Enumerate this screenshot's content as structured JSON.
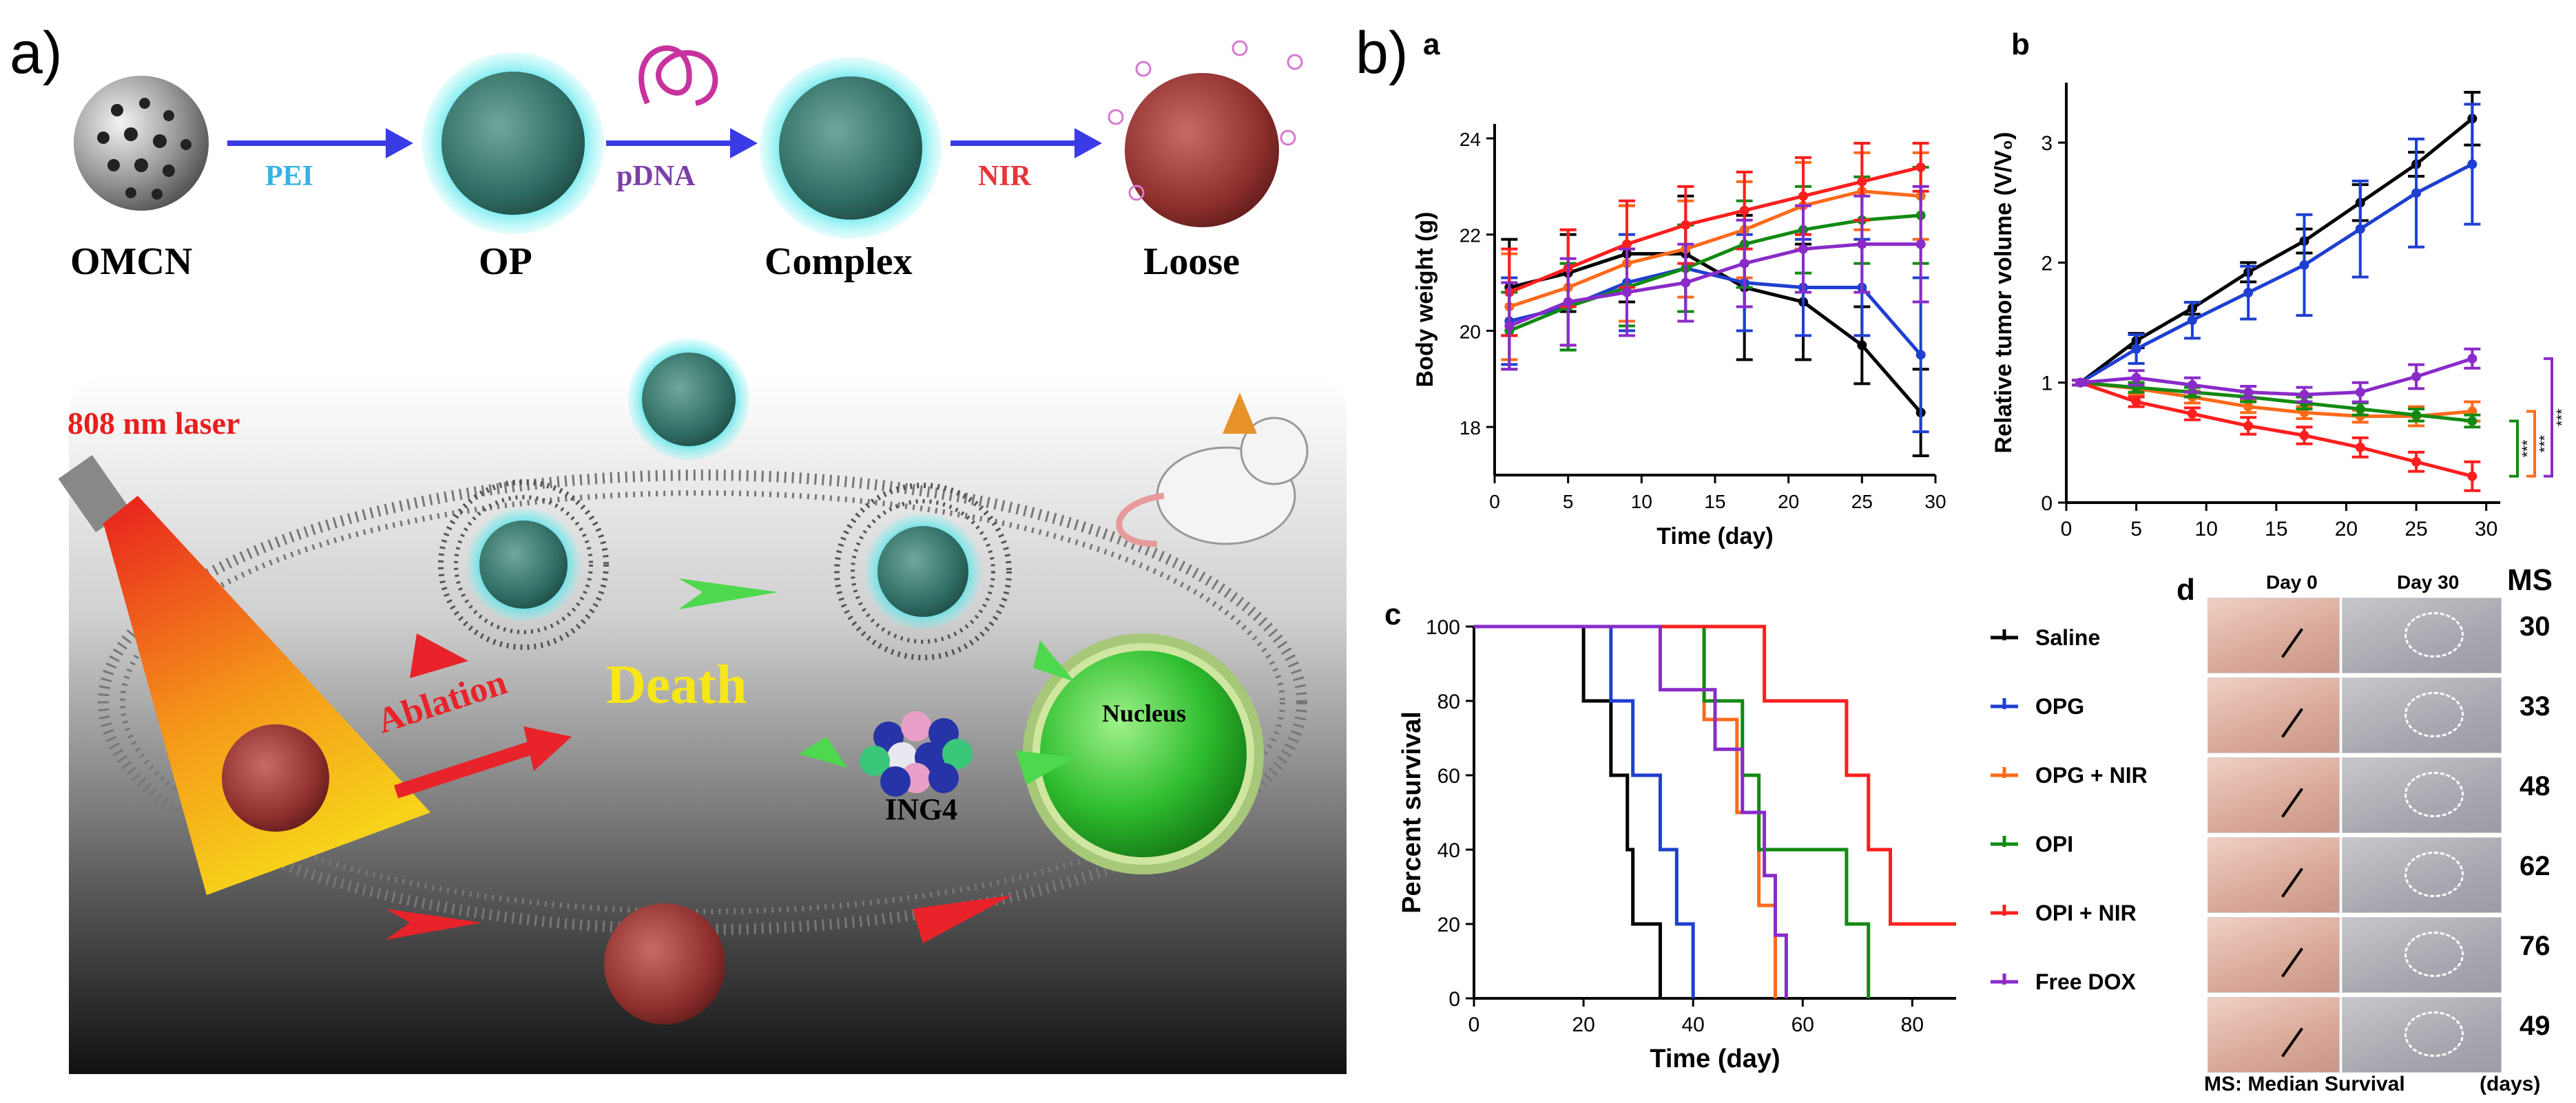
{
  "panel_labels": {
    "a": "a)",
    "b": "b)"
  },
  "scheme": {
    "top_labels": [
      "OMCN",
      "OP",
      "Complex",
      "Loose"
    ],
    "arrow_labels": [
      {
        "text": "PEI",
        "color": "#3ab0e6"
      },
      {
        "text": "pDNA",
        "color": "#7b3fa8"
      },
      {
        "text": "NIR",
        "color": "#e8333a"
      }
    ],
    "laser_label": "808 nm laser",
    "ablation_label": "Ablation",
    "death_label": "Death",
    "ing4_label": "ING4",
    "nucleus_label": "Nucleus"
  },
  "sub_labels": {
    "a": "a",
    "b": "b",
    "c": "c",
    "d": "d"
  },
  "colors": {
    "saline": "#000000",
    "opg": "#1f3fd0",
    "opg_nir": "#ff6a1a",
    "opi": "#128a12",
    "opi_nir": "#ff1e1e",
    "free_dox": "#8a2bc9"
  },
  "chart_data": [
    {
      "type": "line",
      "panel": "a",
      "xlabel": "Time (day)",
      "ylabel": "Body weight (g)",
      "xlim": [
        0,
        30
      ],
      "ylim": [
        17,
        24.3
      ],
      "xticks": [
        0,
        5,
        10,
        15,
        20,
        25,
        30
      ],
      "yticks": [
        18,
        20,
        22,
        24
      ],
      "x": [
        1,
        5,
        9,
        13,
        17,
        21,
        25,
        29
      ],
      "series": [
        {
          "key": "saline",
          "values": [
            20.9,
            21.2,
            21.6,
            21.6,
            20.9,
            20.6,
            19.7,
            18.3
          ],
          "err": [
            1.0,
            0.8,
            1.0,
            1.2,
            1.5,
            1.2,
            0.8,
            0.9
          ]
        },
        {
          "key": "opg",
          "values": [
            20.2,
            20.5,
            21.0,
            21.3,
            21.0,
            20.9,
            20.9,
            19.5
          ],
          "err": [
            0.9,
            0.9,
            1.0,
            0.9,
            1.0,
            1.0,
            1.0,
            1.6
          ]
        },
        {
          "key": "opg_nir",
          "values": [
            20.5,
            20.9,
            21.4,
            21.7,
            22.1,
            22.6,
            22.9,
            22.8
          ],
          "err": [
            1.1,
            1.2,
            1.2,
            1.0,
            1.0,
            0.9,
            0.8,
            0.9
          ]
        },
        {
          "key": "opi",
          "values": [
            20.0,
            20.5,
            20.9,
            21.3,
            21.8,
            22.1,
            22.3,
            22.4
          ],
          "err": [
            0.8,
            0.9,
            0.8,
            0.9,
            0.9,
            0.9,
            0.9,
            1.0
          ]
        },
        {
          "key": "opi_nir",
          "values": [
            20.8,
            21.3,
            21.8,
            22.2,
            22.5,
            22.8,
            23.1,
            23.4
          ],
          "err": [
            0.9,
            0.8,
            0.9,
            0.8,
            0.8,
            0.8,
            0.8,
            0.5
          ]
        },
        {
          "key": "free_dox",
          "values": [
            20.1,
            20.6,
            20.8,
            21.0,
            21.4,
            21.7,
            21.8,
            21.8
          ],
          "err": [
            0.9,
            0.9,
            0.9,
            0.8,
            0.9,
            0.9,
            1.0,
            1.2
          ]
        }
      ]
    },
    {
      "type": "line",
      "panel": "b",
      "xlabel": "Time (day)",
      "ylabel": "Relative tumor volume (V/V₀)",
      "xlim": [
        0,
        31
      ],
      "ylim": [
        0,
        3.5
      ],
      "xticks": [
        0,
        5,
        10,
        15,
        20,
        25,
        30
      ],
      "yticks": [
        0,
        1,
        2,
        3
      ],
      "x": [
        1,
        5,
        9,
        13,
        17,
        21,
        25,
        29
      ],
      "significance": [
        "***",
        "***",
        "***"
      ],
      "series": [
        {
          "key": "saline",
          "values": [
            1.0,
            1.35,
            1.62,
            1.92,
            2.18,
            2.5,
            2.82,
            3.2
          ],
          "err": [
            0.02,
            0.06,
            0.05,
            0.08,
            0.1,
            0.15,
            0.1,
            0.22
          ]
        },
        {
          "key": "opg",
          "values": [
            1.0,
            1.28,
            1.52,
            1.75,
            1.98,
            2.28,
            2.58,
            2.82
          ],
          "err": [
            0.02,
            0.12,
            0.15,
            0.22,
            0.42,
            0.4,
            0.45,
            0.5
          ]
        },
        {
          "key": "opg_nir",
          "values": [
            1.0,
            0.95,
            0.88,
            0.8,
            0.75,
            0.72,
            0.72,
            0.76
          ],
          "err": [
            0.02,
            0.05,
            0.05,
            0.05,
            0.05,
            0.05,
            0.08,
            0.08
          ]
        },
        {
          "key": "opi",
          "values": [
            1.0,
            0.96,
            0.92,
            0.88,
            0.83,
            0.78,
            0.73,
            0.68
          ],
          "err": [
            0.02,
            0.04,
            0.04,
            0.04,
            0.05,
            0.05,
            0.05,
            0.05
          ]
        },
        {
          "key": "opi_nir",
          "values": [
            1.0,
            0.84,
            0.74,
            0.64,
            0.56,
            0.46,
            0.34,
            0.22
          ],
          "err": [
            0.02,
            0.04,
            0.05,
            0.07,
            0.07,
            0.08,
            0.08,
            0.12
          ]
        },
        {
          "key": "free_dox",
          "values": [
            1.0,
            1.04,
            0.98,
            0.92,
            0.9,
            0.92,
            1.05,
            1.2
          ],
          "err": [
            0.02,
            0.06,
            0.06,
            0.05,
            0.06,
            0.08,
            0.1,
            0.08
          ]
        }
      ]
    },
    {
      "type": "line",
      "panel": "c",
      "xlabel": "Time (day)",
      "ylabel": "Percent survival",
      "xlim": [
        0,
        88
      ],
      "ylim": [
        0,
        100
      ],
      "xticks": [
        0,
        20,
        40,
        60,
        80
      ],
      "yticks": [
        0,
        20,
        40,
        60,
        80,
        100
      ],
      "step": true,
      "series": [
        {
          "key": "saline",
          "name": "Saline",
          "points": [
            [
              0,
              100
            ],
            [
              20,
              100
            ],
            [
              20,
              80
            ],
            [
              25,
              80
            ],
            [
              25,
              60
            ],
            [
              28,
              60
            ],
            [
              28,
              40
            ],
            [
              29,
              40
            ],
            [
              29,
              20
            ],
            [
              34,
              20
            ],
            [
              34,
              0
            ]
          ]
        },
        {
          "key": "opg",
          "name": "OPG",
          "points": [
            [
              0,
              100
            ],
            [
              25,
              100
            ],
            [
              25,
              80
            ],
            [
              29,
              80
            ],
            [
              29,
              60
            ],
            [
              34,
              60
            ],
            [
              34,
              40
            ],
            [
              37,
              40
            ],
            [
              37,
              20
            ],
            [
              40,
              20
            ],
            [
              40,
              0
            ]
          ]
        },
        {
          "key": "opg_nir",
          "name": "OPG + NIR",
          "points": [
            [
              0,
              100
            ],
            [
              42,
              100
            ],
            [
              42,
              75
            ],
            [
              48,
              75
            ],
            [
              48,
              50
            ],
            [
              52,
              50
            ],
            [
              52,
              25
            ],
            [
              55,
              25
            ],
            [
              55,
              0
            ]
          ]
        },
        {
          "key": "opi",
          "name": "OPI",
          "points": [
            [
              0,
              100
            ],
            [
              42,
              100
            ],
            [
              42,
              80
            ],
            [
              49,
              80
            ],
            [
              49,
              60
            ],
            [
              52,
              60
            ],
            [
              52,
              40
            ],
            [
              60,
              40
            ],
            [
              60,
              40
            ],
            [
              68,
              40
            ],
            [
              68,
              20
            ],
            [
              72,
              20
            ],
            [
              72,
              0
            ]
          ]
        },
        {
          "key": "opi_nir",
          "name": "OPI + NIR",
          "points": [
            [
              0,
              100
            ],
            [
              53,
              100
            ],
            [
              53,
              80
            ],
            [
              68,
              80
            ],
            [
              68,
              60
            ],
            [
              72,
              60
            ],
            [
              72,
              40
            ],
            [
              76,
              40
            ],
            [
              76,
              20
            ],
            [
              88,
              20
            ]
          ]
        },
        {
          "key": "free_dox",
          "name": "Free DOX",
          "points": [
            [
              0,
              100
            ],
            [
              34,
              100
            ],
            [
              34,
              83
            ],
            [
              44,
              83
            ],
            [
              44,
              67
            ],
            [
              49,
              67
            ],
            [
              49,
              50
            ],
            [
              53,
              50
            ],
            [
              53,
              33
            ],
            [
              55,
              33
            ],
            [
              55,
              17
            ],
            [
              57,
              17
            ],
            [
              57,
              0
            ]
          ]
        }
      ]
    }
  ],
  "panel_d": {
    "col_headers": [
      "Day 0",
      "Day 30",
      "MS"
    ],
    "ms_values": [
      "30",
      "33",
      "48",
      "62",
      "76",
      "49"
    ],
    "footer_ms": "MS: Median Survival",
    "footer_unit": "(days)"
  }
}
